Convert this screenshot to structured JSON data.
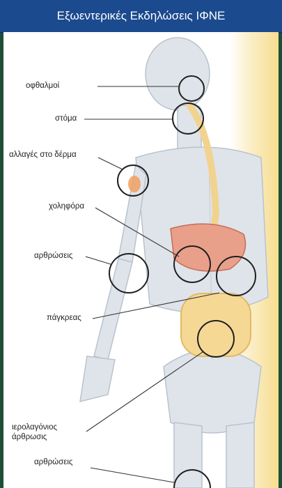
{
  "header": {
    "title": "Εξωεντερικές Εκδηλώσεις ΙΦΝΕ"
  },
  "labels": {
    "eyes": "οφθαλμοί",
    "mouth": "στόμα",
    "skin": "αλλαγές στο δέρμα",
    "bile": "χοληφόρα",
    "joints_arm": "αρθρώσεις",
    "pancreas": "πάγκρεας",
    "sacroiliac": "ιερολαγόνιος άρθρωσις",
    "joints_leg": "αρθρώσεις"
  },
  "colors": {
    "frame": "#1d4f36",
    "header": "#1b4a8e",
    "bone": "#d6dde6",
    "esophagus": "#f1d390",
    "organs": "#e08d72",
    "intestine": "#f0cf83"
  }
}
